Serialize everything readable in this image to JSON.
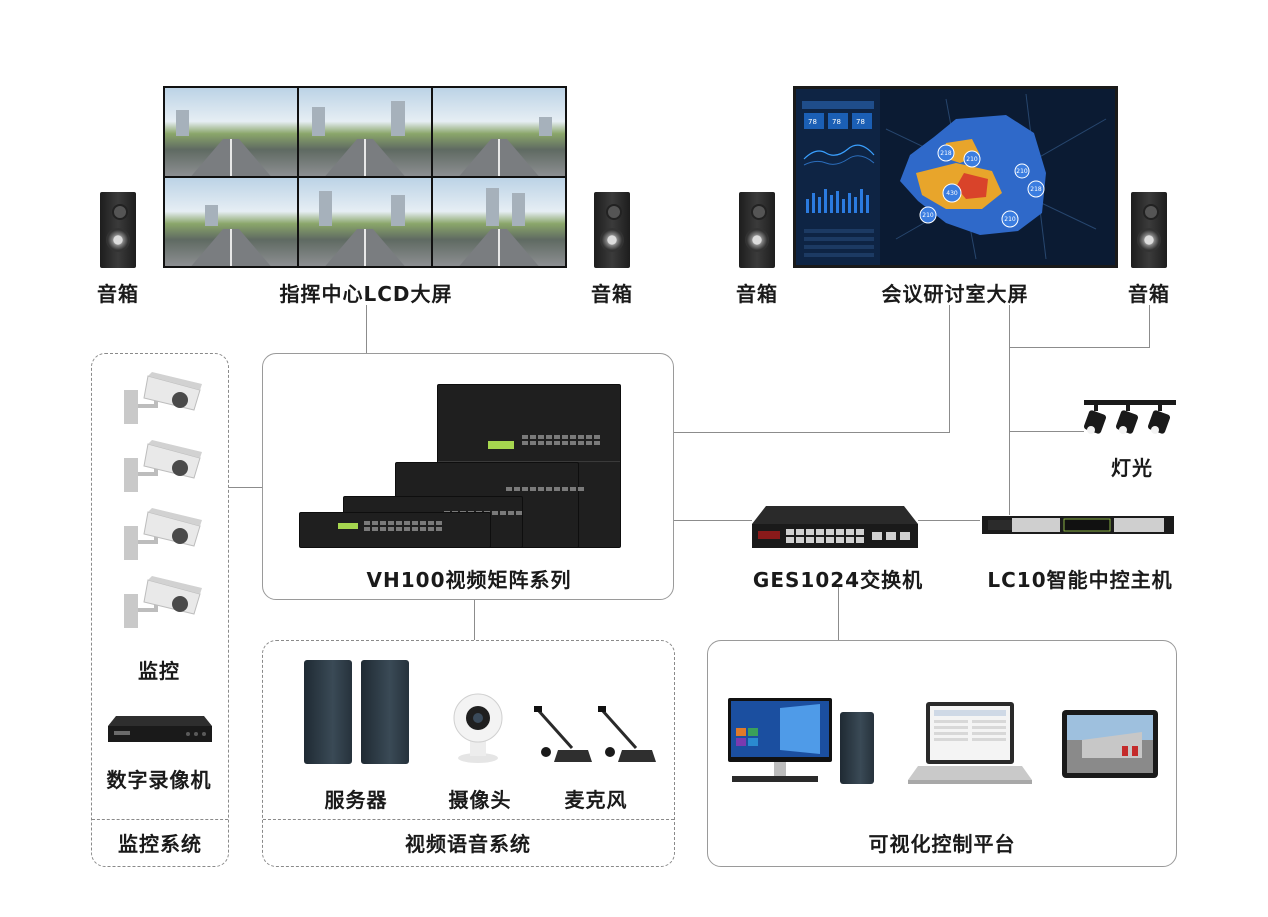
{
  "labels": {
    "speaker_1": "音箱",
    "command_screen": "指挥中心LCD大屏",
    "speaker_2": "音箱",
    "speaker_3": "音箱",
    "conference_screen": "会议研讨室大屏",
    "speaker_4": "音箱",
    "lights": "灯光",
    "matrix": "VH100视频矩阵系列",
    "switch": "GES1024交换机",
    "controller": "LC10智能中控主机",
    "surveillance": "监控",
    "nvr": "数字录像机",
    "surveillance_system": "监控系统",
    "server": "服务器",
    "camera": "摄像头",
    "microphone": "麦克风",
    "video_audio_system": "视频语音系统",
    "visual_platform": "可视化控制平台"
  },
  "screen_dashboard": {
    "counters": [
      "78",
      "78",
      "78"
    ],
    "map_markers": [
      "218",
      "210",
      "430",
      "210",
      "210",
      "218",
      "210"
    ]
  },
  "colors": {
    "line": "#8c8c8c",
    "box_border": "#9a9a9a",
    "map_orange": "#e8a52b",
    "map_blue": "#2f69c9",
    "lcd_green": "#a6d64f"
  }
}
